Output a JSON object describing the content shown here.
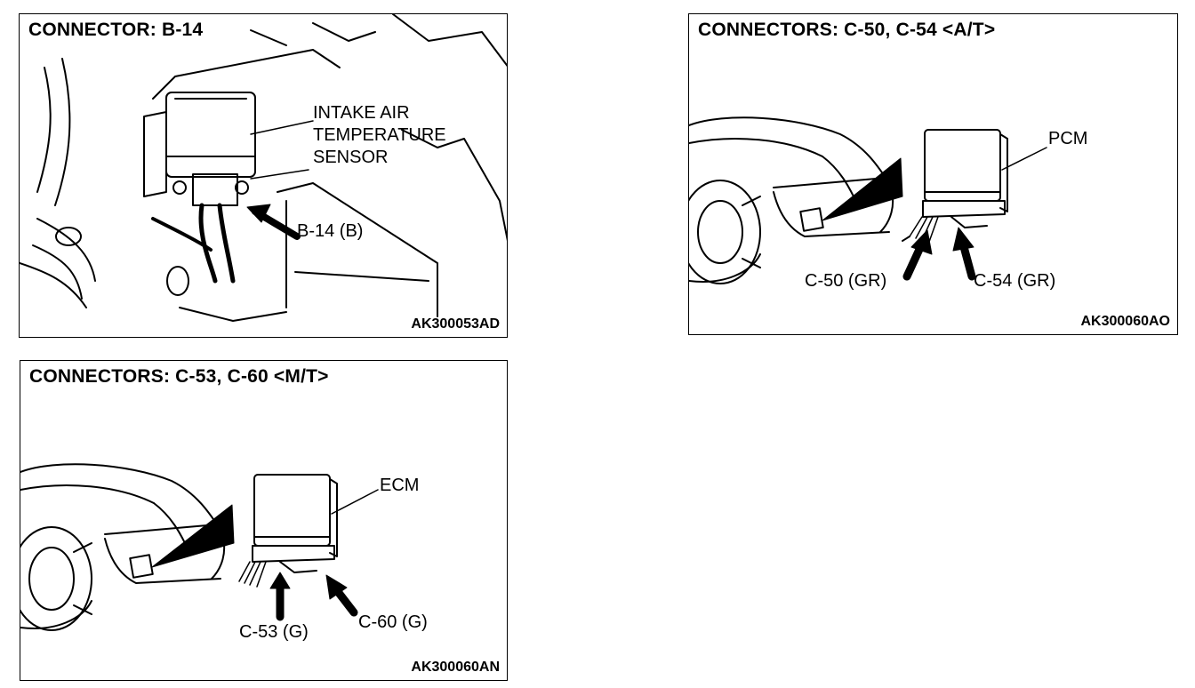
{
  "panels": [
    {
      "title": "CONNECTOR: B-14",
      "code": "AK300053AD",
      "labels": {
        "sensor_line1": "INTAKE AIR",
        "sensor_line2": "TEMPERATURE",
        "sensor_line3": "SENSOR",
        "connector": "B-14 (B)"
      }
    },
    {
      "title": "CONNECTORS: C-50, C-54 <A/T>",
      "code": "AK300060AO",
      "labels": {
        "module": "PCM",
        "left_connector": "C-50 (GR)",
        "right_connector": "C-54 (GR)"
      }
    },
    {
      "title": "CONNECTORS: C-53, C-60 <M/T>",
      "code": "AK300060AN",
      "labels": {
        "module": "ECM",
        "left_connector": "C-53 (G)",
        "right_connector": "C-60 (G)"
      }
    }
  ],
  "colors": {
    "line": "#000000",
    "background": "#ffffff"
  }
}
